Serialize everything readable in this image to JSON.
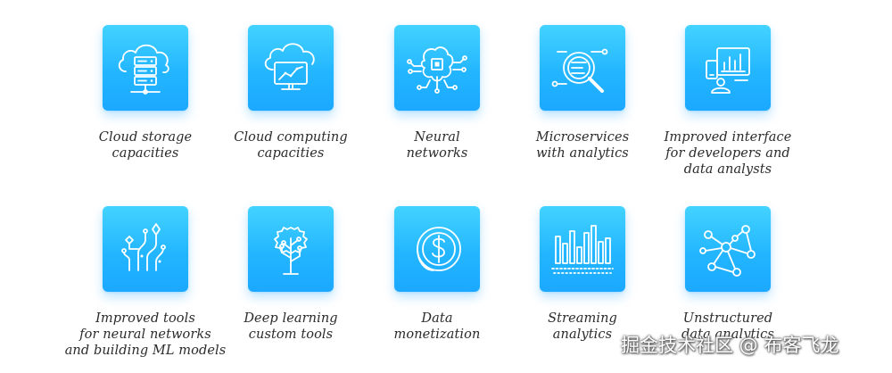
{
  "items": [
    {
      "lines": [
        "Cloud storage",
        "capacities"
      ],
      "icon": "cloud-storage-icon"
    },
    {
      "lines": [
        "Cloud computing",
        "capacities"
      ],
      "icon": "cloud-computing-icon"
    },
    {
      "lines": [
        "Neural",
        "networks"
      ],
      "icon": "neural-chip-icon"
    },
    {
      "lines": [
        "Microservices",
        "with analytics"
      ],
      "icon": "magnifier-analytics-icon"
    },
    {
      "lines": [
        "Improved interface",
        "for developers and",
        "data analysts"
      ],
      "icon": "developer-dashboard-icon"
    },
    {
      "lines": [
        "Improved tools",
        "for neural networks",
        "and building ML models"
      ],
      "icon": "ml-tools-icon"
    },
    {
      "lines": [
        "Deep learning",
        "custom tools"
      ],
      "icon": "deep-learning-tree-icon"
    },
    {
      "lines": [
        "Data",
        "monetization"
      ],
      "icon": "dollar-coin-icon"
    },
    {
      "lines": [
        "Streaming",
        "analytics"
      ],
      "icon": "streaming-bars-icon"
    },
    {
      "lines": [
        "Unstructured",
        "data analytics"
      ],
      "icon": "node-graph-icon"
    }
  ],
  "watermark": "掘金技术社区 @ 布客飞龙",
  "colors": {
    "tile_top": "#43d3ff",
    "tile_bottom": "#1ba8ff",
    "caption": "#2b2b2b"
  }
}
